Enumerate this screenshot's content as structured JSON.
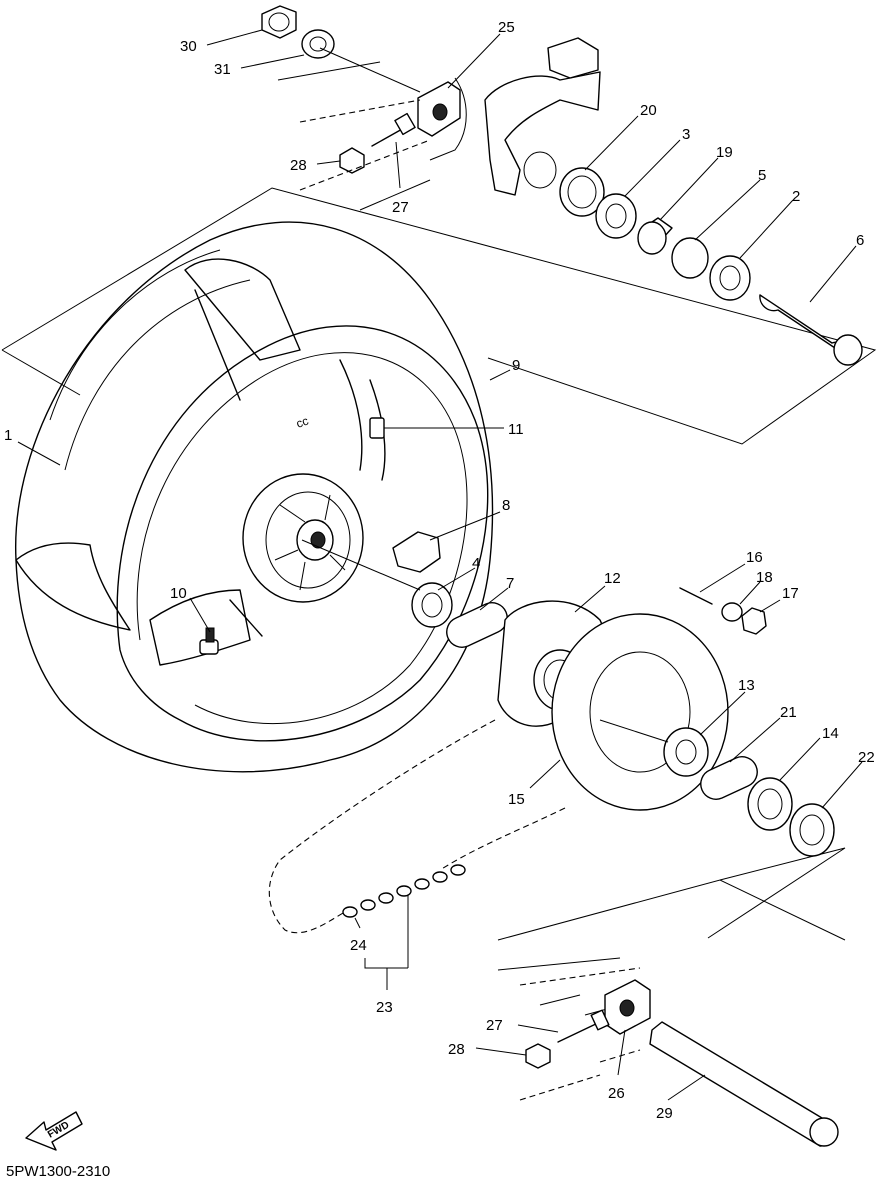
{
  "diagram_code": "5PW1300-2310",
  "fwd_label": "FWD",
  "callouts": [
    {
      "id": "30",
      "label": "30"
    },
    {
      "id": "31",
      "label": "31"
    },
    {
      "id": "25",
      "label": "25"
    },
    {
      "id": "28a",
      "label": "28"
    },
    {
      "id": "27a",
      "label": "27"
    },
    {
      "id": "20",
      "label": "20"
    },
    {
      "id": "3",
      "label": "3"
    },
    {
      "id": "19",
      "label": "19"
    },
    {
      "id": "5",
      "label": "5"
    },
    {
      "id": "2",
      "label": "2"
    },
    {
      "id": "6",
      "label": "6"
    },
    {
      "id": "9",
      "label": "9"
    },
    {
      "id": "1",
      "label": "1"
    },
    {
      "id": "11",
      "label": "11"
    },
    {
      "id": "8",
      "label": "8"
    },
    {
      "id": "4",
      "label": "4"
    },
    {
      "id": "7",
      "label": "7"
    },
    {
      "id": "12",
      "label": "12"
    },
    {
      "id": "16",
      "label": "16"
    },
    {
      "id": "18",
      "label": "18"
    },
    {
      "id": "17",
      "label": "17"
    },
    {
      "id": "10",
      "label": "10"
    },
    {
      "id": "13",
      "label": "13"
    },
    {
      "id": "21",
      "label": "21"
    },
    {
      "id": "14",
      "label": "14"
    },
    {
      "id": "22",
      "label": "22"
    },
    {
      "id": "15",
      "label": "15"
    },
    {
      "id": "24",
      "label": "24"
    },
    {
      "id": "23",
      "label": "23"
    },
    {
      "id": "27b",
      "label": "27"
    },
    {
      "id": "28b",
      "label": "28"
    },
    {
      "id": "26",
      "label": "26"
    },
    {
      "id": "29",
      "label": "29"
    }
  ]
}
